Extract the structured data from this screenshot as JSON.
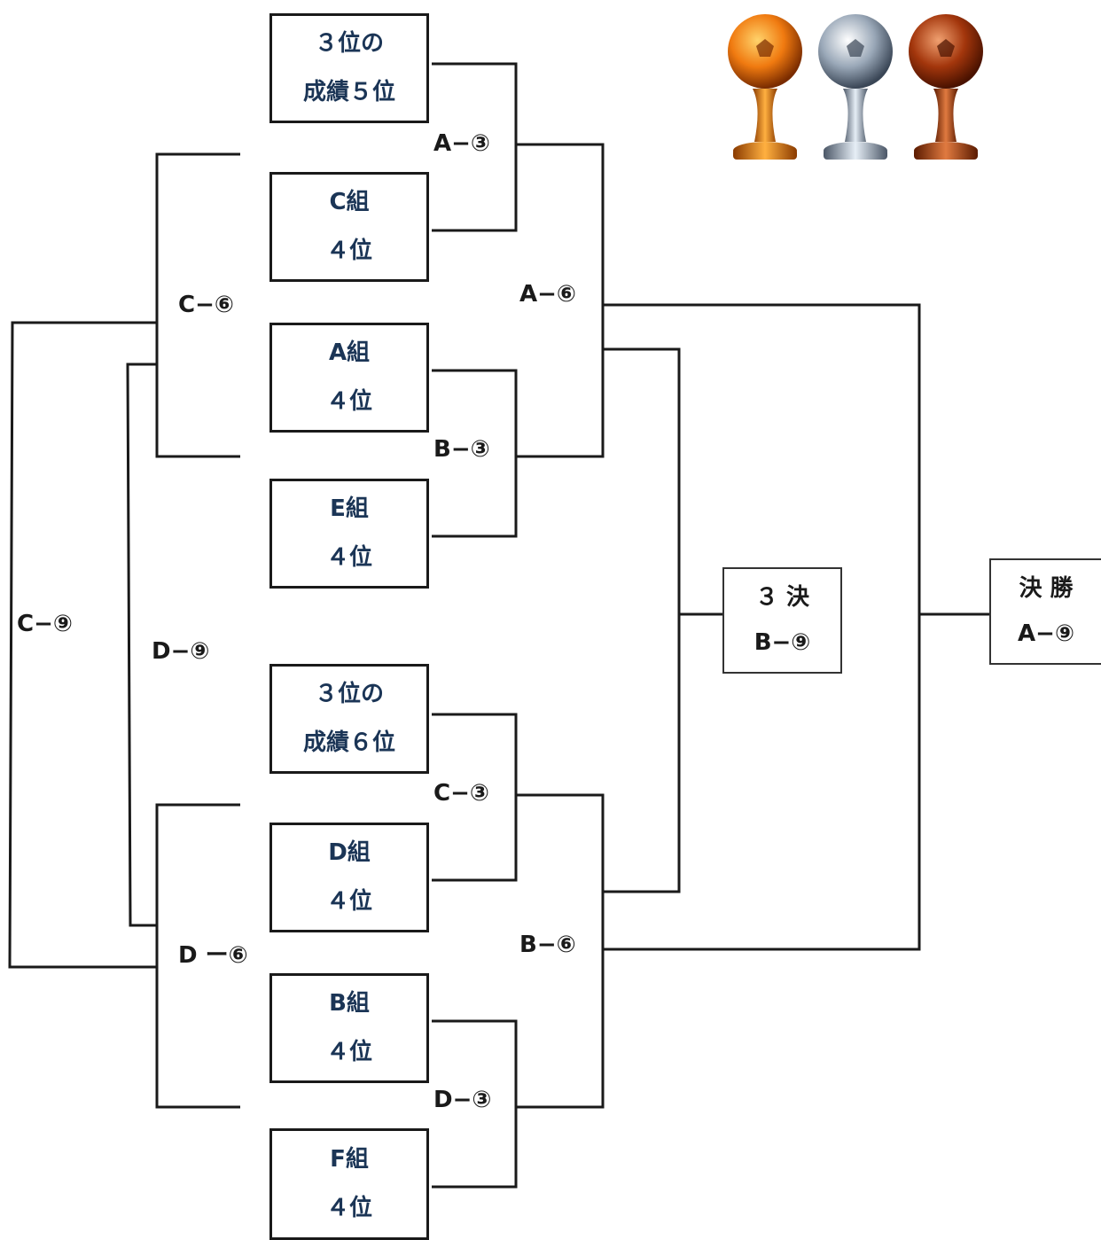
{
  "boxes": [
    {
      "line1": "３位の",
      "line2": "成績５位"
    },
    {
      "line1": "C組",
      "line2": "４位"
    },
    {
      "line1": "A組",
      "line2": "４位"
    },
    {
      "line1": "E組",
      "line2": "４位"
    },
    {
      "line1": "３位の",
      "line2": "成績６位"
    },
    {
      "line1": "D組",
      "line2": "４位"
    },
    {
      "line1": "B組",
      "line2": "４位"
    },
    {
      "line1": "F組",
      "line2": "４位"
    }
  ],
  "matches": {
    "a3": "A−③",
    "b3": "B−③",
    "c3": "C−③",
    "d3": "D−③",
    "a6": "A−⑥",
    "b6": "B−⑥",
    "c6": "C−⑥",
    "d6": "D ー⑥",
    "c9": "C−⑨",
    "d9": "D−⑨"
  },
  "third_place": {
    "line1": "３  決",
    "line2": "B−⑨"
  },
  "final": {
    "line1": "決  勝",
    "line2": "A−⑨"
  },
  "trophies": [
    {
      "name": "gold-trophy",
      "color": "#f07a10"
    },
    {
      "name": "silver-trophy",
      "color": "#9aa8b8"
    },
    {
      "name": "bronze-trophy",
      "color": "#a3360c"
    }
  ]
}
